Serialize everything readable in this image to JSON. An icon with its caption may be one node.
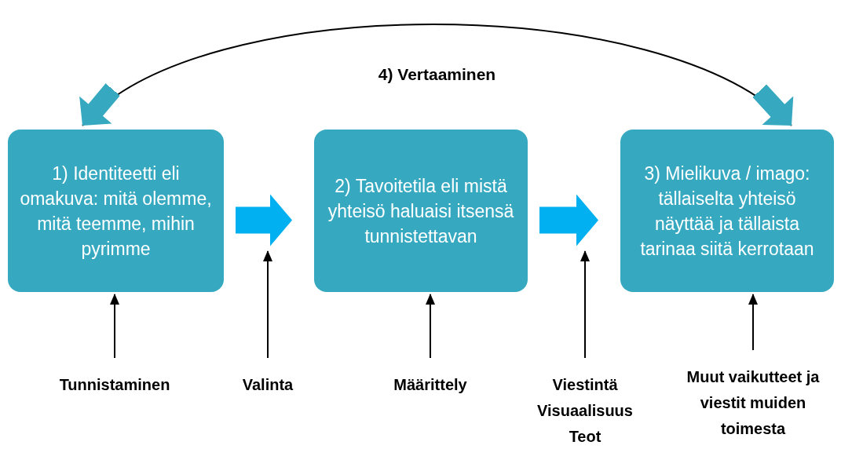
{
  "diagram": {
    "nodes": [
      {
        "text": [
          "1) Identiteetti eli omakuva: mitä olemme, mitä teemme, mihin pyrimme"
        ]
      },
      {
        "text": [
          "2) Tavoitetila eli mistä yhteisö haluaisi itsensä tunnistettavan"
        ]
      },
      {
        "text": [
          "3) Mielikuva / imago: tällaiselta yhteisö näyttää ja tällaista tarinaa siitä kerrotaan"
        ]
      },
      {
        "text": [
          "Tunnistaminen"
        ]
      },
      {
        "text": [
          "Valinta"
        ]
      },
      {
        "text": [
          "Määrittely"
        ]
      },
      {
        "text": [
          "Viestintä",
          "Visuaalisuus",
          "Teot"
        ]
      },
      {
        "text": [
          "Muut vaikutteet ja viestit muiden toimesta"
        ]
      }
    ],
    "edges": [
      {
        "from": 0,
        "to": 2,
        "arrow": "both",
        "label": "4) Vertaaminen"
      },
      {
        "from": 0,
        "to": 1,
        "arrow": "to",
        "style": "thick",
        "color": "#00b0f0"
      },
      {
        "from": 1,
        "to": 2,
        "arrow": "to",
        "style": "thick",
        "color": "#00b0f0"
      },
      {
        "from": 3,
        "to": 0,
        "arrow": "to"
      },
      {
        "from": 4,
        "to": null,
        "arrow": "to"
      },
      {
        "from": 5,
        "to": 1,
        "arrow": "to"
      },
      {
        "from": 6,
        "to": null,
        "arrow": "to"
      },
      {
        "from": 7,
        "to": 2,
        "arrow": "to"
      }
    ]
  }
}
